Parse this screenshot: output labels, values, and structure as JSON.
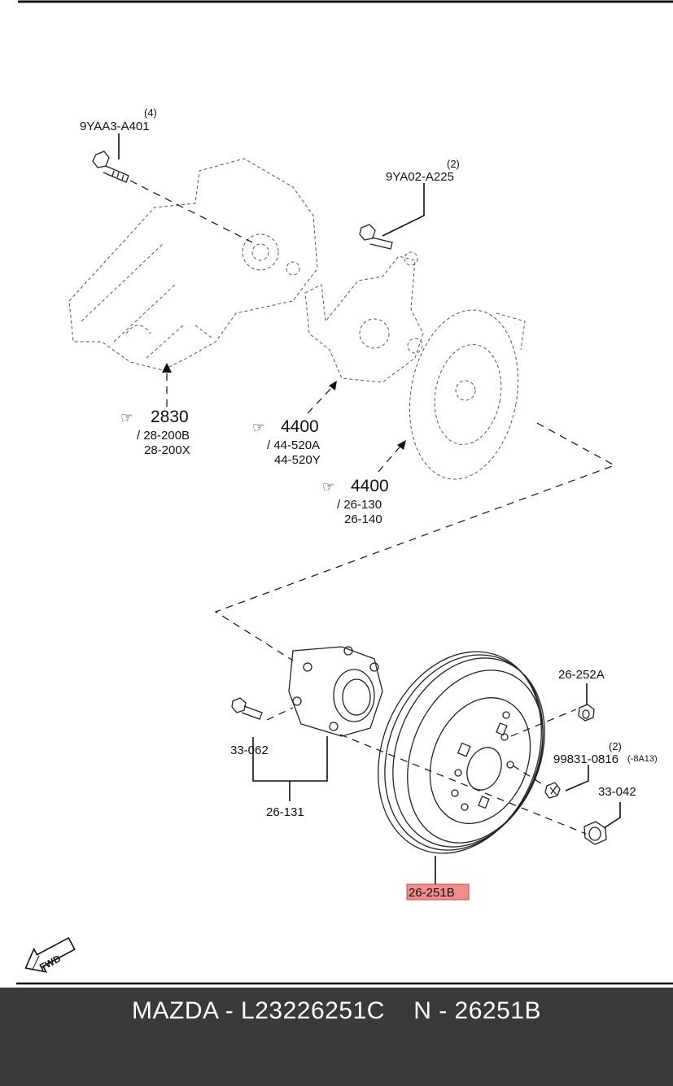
{
  "labels": {
    "bolt_top": "9YAA3-A401",
    "bolt_top_qty": "(4)",
    "bolt_mid": "9YA02-A225",
    "bolt_mid_qty": "(2)",
    "ref_2830": "2830",
    "ref_2830_a": "/ 28-200B",
    "ref_2830_b": "28-200X",
    "ref_4400_knuckle": "4400",
    "ref_4400_knuckle_a": "/ 44-520A",
    "ref_4400_knuckle_b": "44-520Y",
    "ref_4400_plate": "4400",
    "ref_4400_plate_a": "/ 26-130",
    "ref_4400_plate_b": "26-140",
    "p_26_252A": "26-252A",
    "p_99831": "99831-0816",
    "p_99831_qty": "(2)",
    "p_99831_note": "(-8A13)",
    "p_33_042": "33-042",
    "p_33_062": "33-062",
    "p_26_131": "26-131",
    "p_26_251B": "26-251B",
    "fwd": "FWD"
  },
  "highlight_color": "#f28b8b",
  "footer": {
    "text": "MAZDA - L23226251C    N - 26251B"
  }
}
